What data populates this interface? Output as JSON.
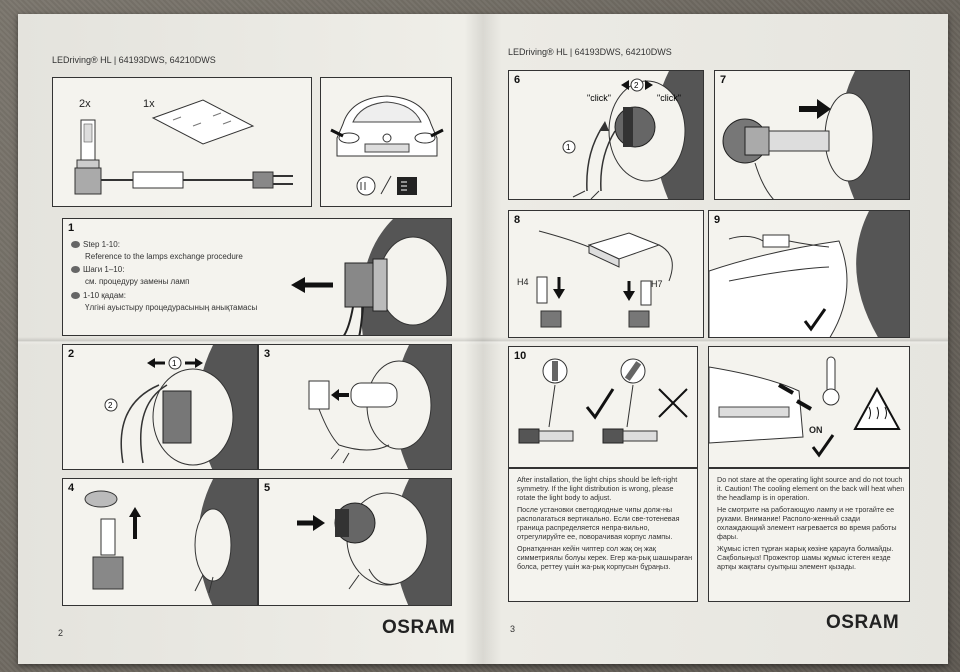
{
  "headers": {
    "left": "LEDriving® HL | 64193DWS, 64210DWS",
    "right": "LEDriving® HL | 64193DWS, 64210DWS"
  },
  "box_contents": {
    "qty_bulbs": "2x",
    "qty_manual": "1x"
  },
  "step1": {
    "number": "1",
    "lines": [
      "Step 1-10:",
      "Reference to the lamps exchange procedure",
      "Шаги 1–10:",
      "см. процедуру замены ламп",
      "1-10 қадам:",
      "Үлгіні ауыстыру процедурасының анықтамасы"
    ]
  },
  "steps": {
    "s2": "2",
    "s3": "3",
    "s4": "4",
    "s5": "5",
    "s6": "6",
    "s7": "7",
    "s8": "8",
    "s9": "9",
    "s10": "10"
  },
  "step2_callouts": {
    "c1": "1",
    "c2": "2"
  },
  "step6_callouts": {
    "c1": "1",
    "c2": "2",
    "click_left": "\"click\"",
    "click_right": "\"click\""
  },
  "step8_labels": {
    "h4": "H4",
    "h7": "H7"
  },
  "warning_on": "ON",
  "text_col1": [
    "After installation, the light chips should be left-right symmetry. If the light distribution is wrong, please rotate the light body to adjust.",
    "После установки светодиодные чипы долж-ны располагаться вертикально. Если све-тотеневая граница распределяется непра-вильно, отрегулируйте ее, поворачивая корпус лампы.",
    "Орнатқаннан кейін чиптер сол жақ оң жақ симметриялы болуы керек. Егер жа-рық шашыраған болса, реттеу үшін жа-рық корпусын бұраңыз."
  ],
  "text_col2": [
    "Do not stare at the operating light source and do not touch it. Caution! The cooling element on the back will heat when the headlamp is in operation.",
    "Не смотрите на работающую лампу и не трогайте ее руками. Внимание! Располо-женный сзади охлаждающий элемент нагревается во время работы фары.",
    "Жұмыс істеп тұрған жарық көзіне қарауға болмайды. Сақболыңыз! Прожектор шамы жұмыс істеген кезде артқы жақтағы суытқыш элемент қызады."
  ],
  "page_numbers": {
    "left": "2",
    "right": "3"
  },
  "brand": {
    "left": "OSRAM",
    "right": "OSRAM"
  }
}
